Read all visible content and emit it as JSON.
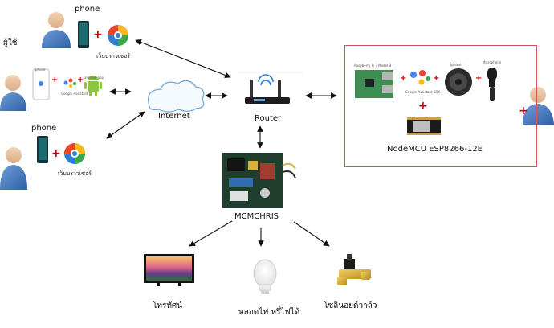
{
  "labels": {
    "phone_top": "phone",
    "phone_bottom": "phone",
    "users": "ผู้ใช้",
    "browser_top": "เว็บบราวเซอร์",
    "browser_bottom": "เว็บบราวเซอร์",
    "internet": "Internet",
    "router": "Router",
    "controller": "MCMCHRIS",
    "nodemcu": "NodeMCU ESP8266-12E",
    "tv": "โทรทัศน์",
    "bulb": "หลอดไฟ หรี่ไฟได้",
    "valve": "โซลินอยด์วาล์ว"
  },
  "assistant_row": {
    "phone": "phone",
    "home": "Google Assistant",
    "android": "android app"
  },
  "hub_items": {
    "rpi": "Raspberry Pi 3 Model B",
    "gaiy": "Google Assistant SDK",
    "speaker": "Speaker",
    "mic": "Microphone"
  },
  "colors": {
    "plus": "#c00000",
    "hub_border": "#d7535c",
    "arrow": "#111111",
    "cloud": "#6fa6d8"
  }
}
